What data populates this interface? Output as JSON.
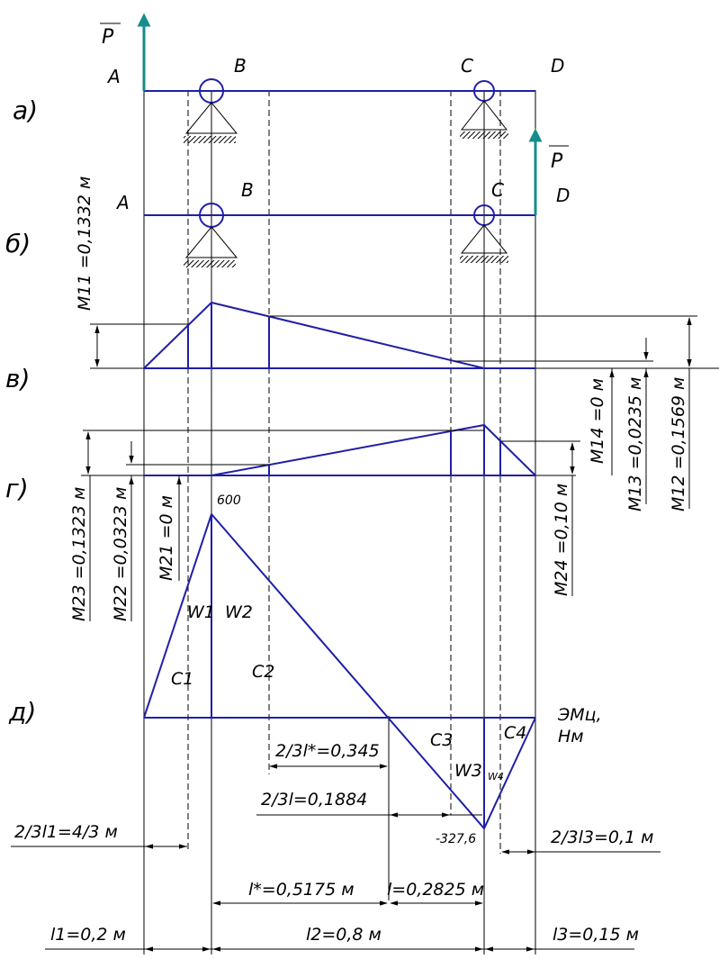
{
  "diagram": {
    "rows": {
      "a": "а)",
      "b": "б)",
      "v": "в)",
      "g": "г)",
      "d": "д)"
    },
    "points": {
      "A": "A",
      "B": "B",
      "C": "C",
      "D": "D"
    },
    "force": "P",
    "moments": {
      "M11": "M11 =0,1332 м",
      "M12": "M12 =0,1569 м",
      "M13": "M13 =0,0235 м",
      "M14": "M14 =0 м",
      "M21": "M21 =0 м",
      "M22": "M22 =0,0323 м",
      "M23": "M23 =0,1323 м",
      "M24": "M24 =0,10 м"
    },
    "epure": {
      "max_value": "600",
      "min_value": "-327,6",
      "unit": "ЭМц, Нм",
      "unit_line1": "ЭМц,",
      "unit_line2": "Нм",
      "areas": [
        "W1",
        "W2",
        "W3",
        "W4"
      ],
      "centroids": [
        "C1",
        "C2",
        "C3",
        "C4"
      ]
    },
    "dimensions": {
      "d_23l_star": "2/3l*=0,345",
      "d_23l": "2/3l=0,1884",
      "d_23l1": "2/3l1=4/3 м",
      "d_23l3": "2/3l3=0,1 м",
      "l_star": "l*=0,5175 м",
      "l_rest": "l=0,2825 м",
      "l1": "l1=0,2 м",
      "l2": "l2=0,8 м",
      "l3": "l3=0,15 м"
    }
  }
}
